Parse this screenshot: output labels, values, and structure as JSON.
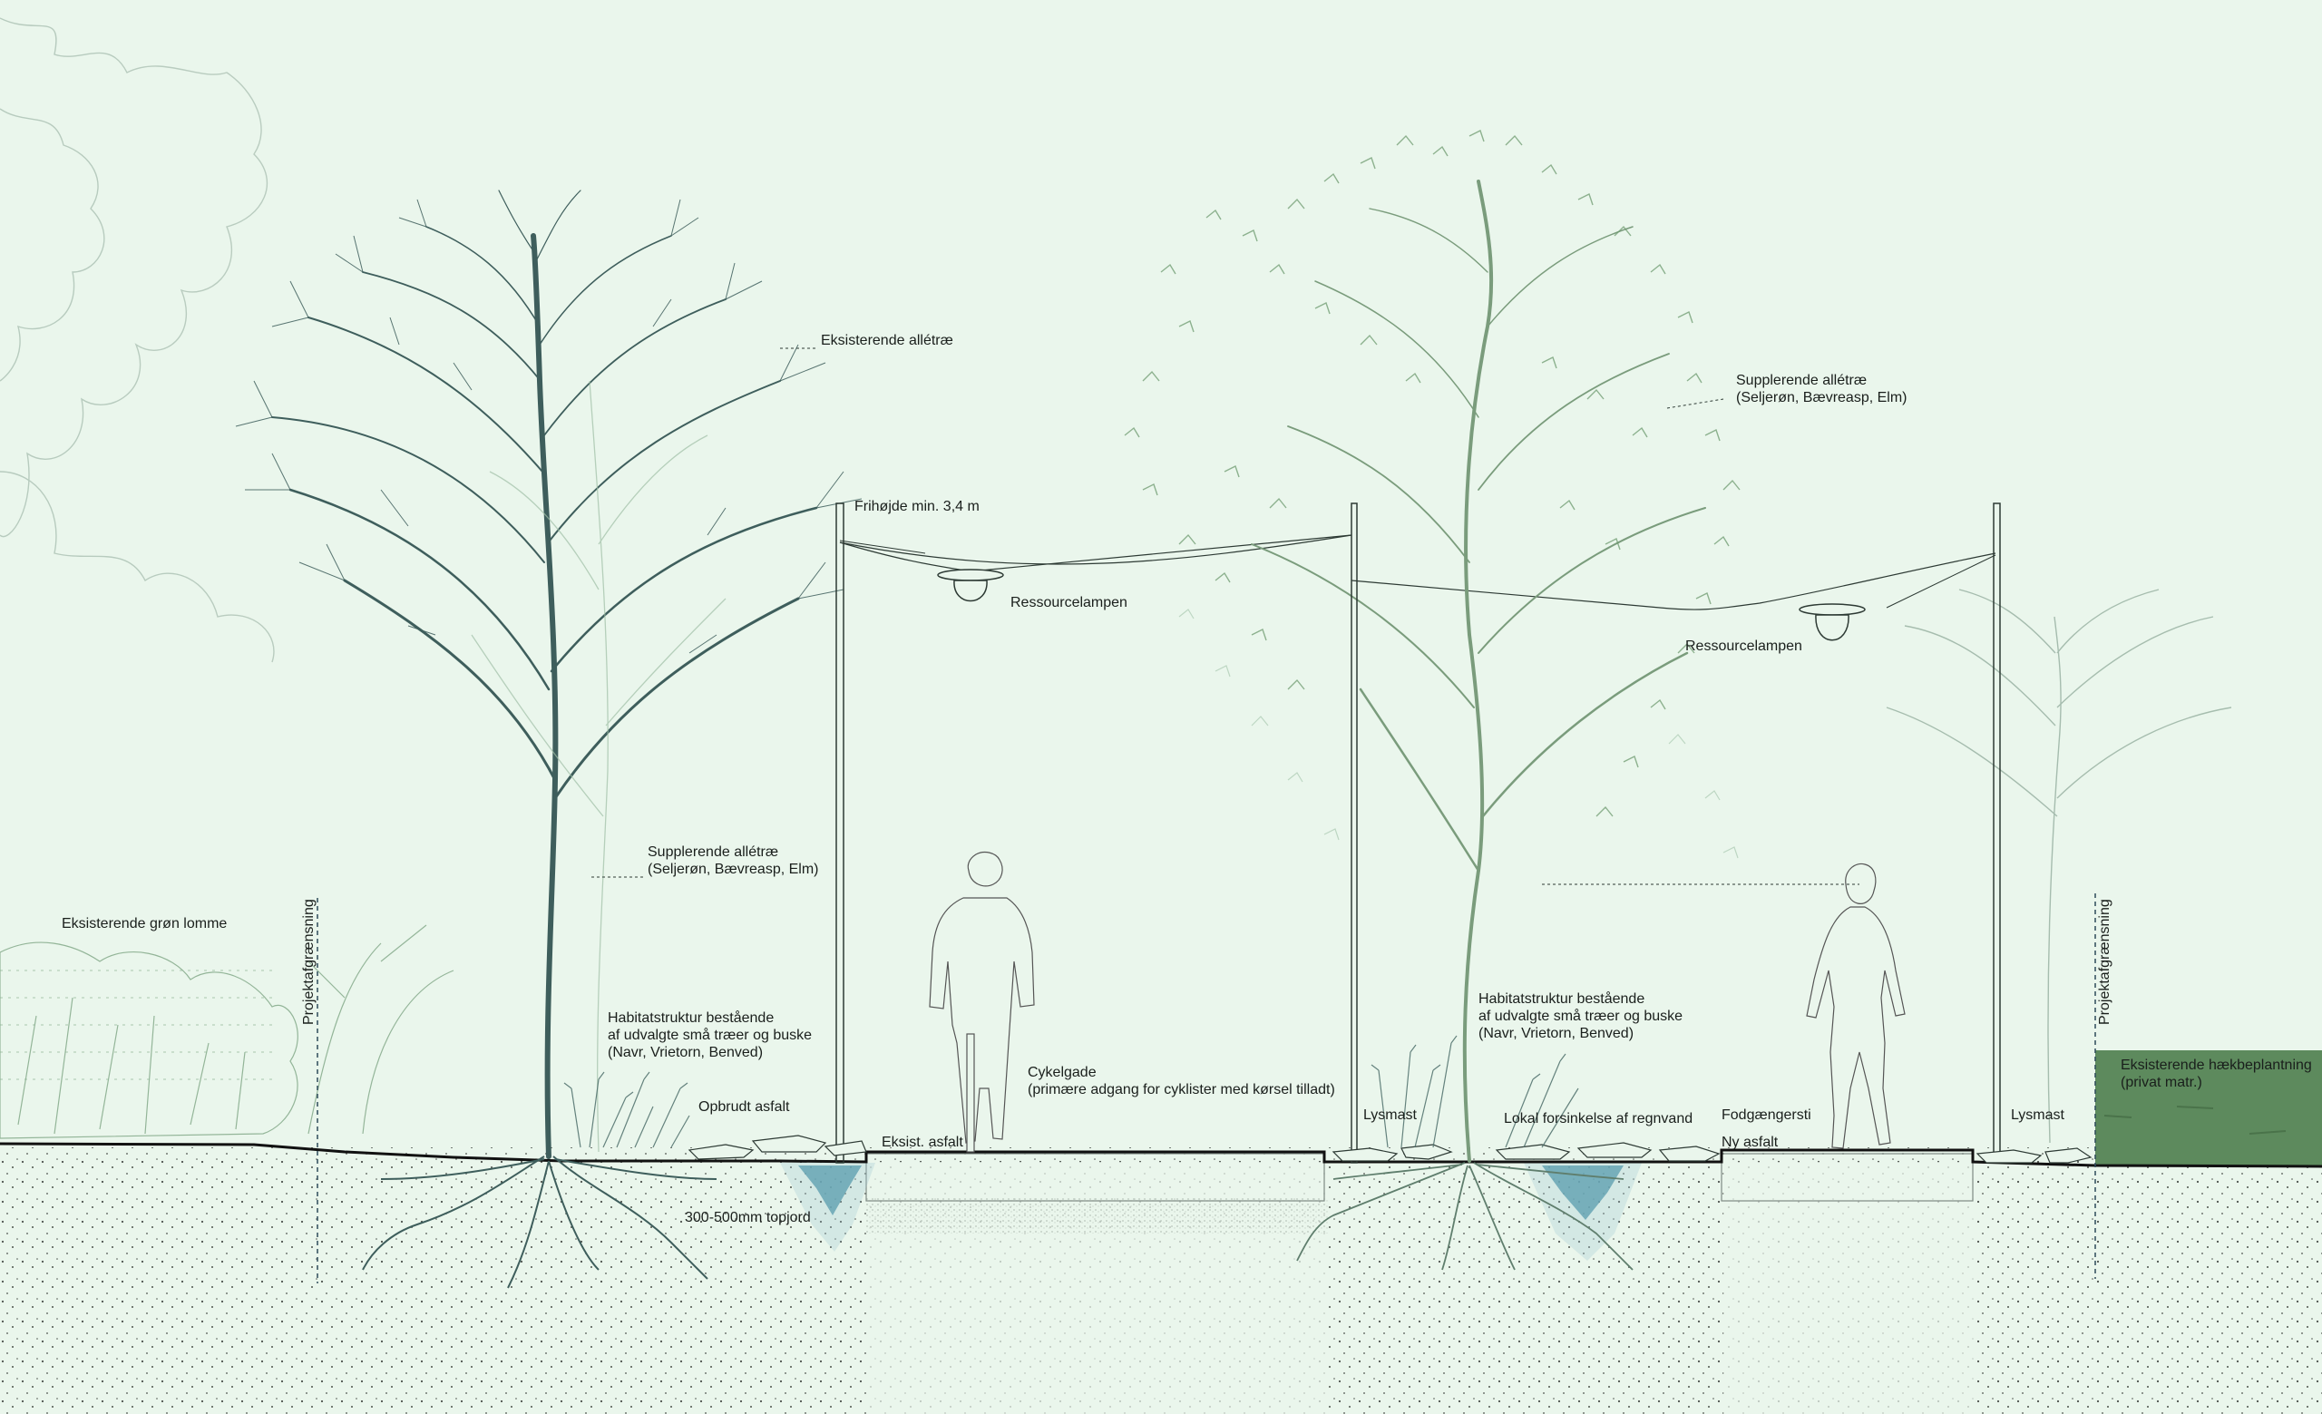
{
  "labels": {
    "existing_green_pocket": "Eksisterende grøn lomme",
    "project_boundary_left": "Projektafgrænsning",
    "project_boundary_right": "Projektafgrænsning",
    "existing_avenue_tree": "Eksisterende allétræ",
    "supplementary_tree_left": [
      "Supplerende allétræ",
      "(Seljerøn, Bævreasp, Elm)"
    ],
    "supplementary_tree_right": [
      "Supplerende allétræ",
      "(Seljerøn, Bævreasp, Elm)"
    ],
    "clearance": "Frihøjde min. 3,4 m",
    "resource_lamp_left": "Ressourcelampen",
    "resource_lamp_right": "Ressourcelampen",
    "habitat_left": [
      "Habitatstruktur bestående",
      "af udvalgte små træer og buske",
      "(Navr, Vrietorn, Benved)"
    ],
    "habitat_right": [
      "Habitatstruktur bestående",
      "af udvalgte små træer og buske",
      "(Navr, Vrietorn, Benved)"
    ],
    "broken_asphalt": "Opbrudt asfalt",
    "existing_asphalt": "Eksist. asfalt",
    "bicycle_street": [
      "Cykelgade",
      "(primære adgang for cyklister med kørsel tilladt)"
    ],
    "light_mast_left": "Lysmast",
    "light_mast_right": "Lysmast",
    "local_infiltration": "Lokal forsinkelse af regnvand",
    "footpath": "Fodgængersti",
    "new_asphalt": "Ny asfalt",
    "topsoil": "300-500mm topjord",
    "existing_hedge": [
      "Eksisterende hækbeplantning",
      "(privat matr.)"
    ]
  },
  "colors": {
    "background": "#eaf6ec",
    "ground_line": "#111111",
    "tree_dark": "#3e5e5c",
    "tree_green": "#6d9a6f",
    "tree_light": "#a9c9b0",
    "water": "#4f97a8",
    "hedge": "#5d8a5d"
  }
}
